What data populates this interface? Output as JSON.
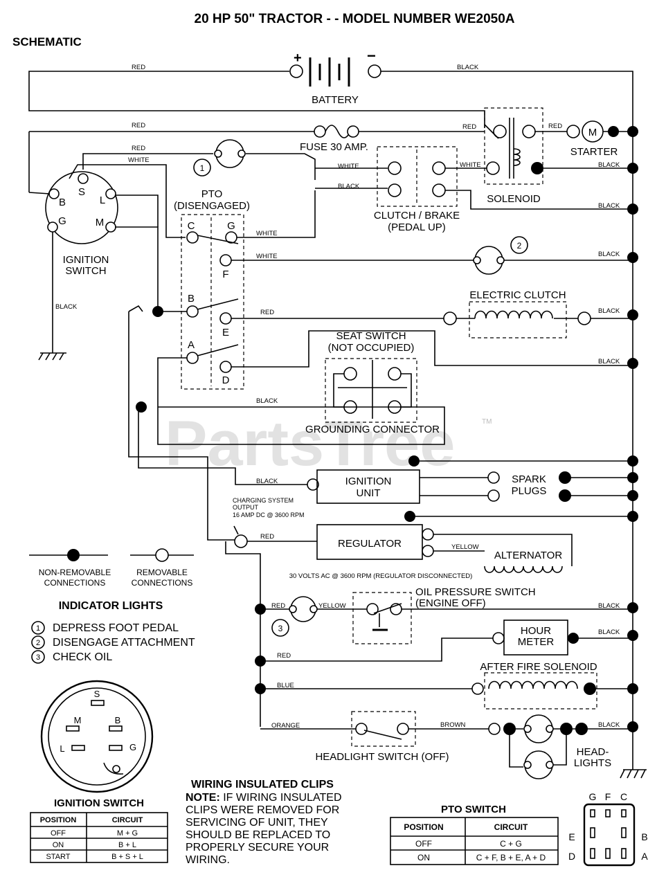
{
  "title": "20 HP 50\" TRACTOR - - MODEL NUMBER WE2050A",
  "subtitle": "SCHEMATIC",
  "watermark": "PartsTree",
  "trademark": "TM",
  "components": {
    "battery": "BATTERY",
    "battery_pos": "+",
    "battery_neg": "−",
    "fuse": "FUSE 30 AMP.",
    "starter": "STARTER",
    "starter_motor": "M",
    "solenoid": "SOLENOID",
    "clutch_brake": [
      "CLUTCH / BRAKE",
      "(PEDAL UP)"
    ],
    "pto": [
      "PTO",
      "(DISENGAGED)"
    ],
    "ignition_switch": [
      "IGNITION",
      "SWITCH"
    ],
    "electric_clutch": "ELECTRIC CLUTCH",
    "seat_switch": [
      "SEAT SWITCH",
      "(NOT OCCUPIED)"
    ],
    "grounding_connector": "GROUNDING CONNECTOR",
    "ignition_unit": [
      "IGNITION",
      "UNIT"
    ],
    "spark_plugs": [
      "SPARK",
      "PLUGS"
    ],
    "charging": [
      "CHARGING SYSTEM",
      "OUTPUT",
      "16 AMP DC @ 3600 RPM"
    ],
    "regulator": "REGULATOR",
    "alternator": "ALTERNATOR",
    "ac_note": "30 VOLTS AC @ 3600 RPM (REGULATOR DISCONNECTED)",
    "oil_switch": [
      "OIL PRESSURE SWITCH",
      "(ENGINE OFF)"
    ],
    "hour_meter": [
      "HOUR",
      "METER"
    ],
    "after_fire": "AFTER FIRE SOLENOID",
    "headlight_switch": "HEADLIGHT SWITCH (OFF)",
    "headlights": [
      "HEAD-",
      "LIGHTS"
    ]
  },
  "terminals": {
    "ign": [
      "S",
      "B",
      "L",
      "G",
      "M"
    ],
    "pto": [
      "C",
      "G",
      "F",
      "B",
      "E",
      "A",
      "D"
    ],
    "circled": [
      "1",
      "2",
      "3"
    ]
  },
  "wires": {
    "red": "RED",
    "black": "BLACK",
    "white": "WHITE",
    "yellow": "YELLOW",
    "blue": "BLUE",
    "orange": "ORANGE",
    "brown": "BROWN"
  },
  "legend": {
    "non_removable": [
      "NON-REMOVABLE",
      "CONNECTIONS"
    ],
    "removable": [
      "REMOVABLE",
      "CONNECTIONS"
    ]
  },
  "indicator_lights": {
    "heading": "INDICATOR LIGHTS",
    "items": [
      {
        "num": "1",
        "text": "DEPRESS FOOT PEDAL"
      },
      {
        "num": "2",
        "text": "DISENGAGE ATTACHMENT"
      },
      {
        "num": "3",
        "text": "CHECK OIL"
      }
    ]
  },
  "ignition_switch_table": {
    "heading": "IGNITION SWITCH",
    "columns": [
      "POSITION",
      "CIRCUIT"
    ],
    "rows": [
      [
        "OFF",
        "M + G"
      ],
      [
        "ON",
        "B + L"
      ],
      [
        "START",
        "B + S + L"
      ]
    ]
  },
  "clips_note": {
    "heading": "WIRING INSULATED CLIPS",
    "note_label": "NOTE:",
    "lines": [
      " IF WIRING INSULATED",
      "CLIPS WERE REMOVED FOR",
      "SERVICING OF UNIT, THEY",
      "SHOULD BE REPLACED TO",
      "PROPERLY SECURE YOUR",
      "WIRING."
    ]
  },
  "pto_switch_table": {
    "heading": "PTO SWITCH",
    "columns": [
      "POSITION",
      "CIRCUIT"
    ],
    "rows": [
      [
        "OFF",
        "C + G"
      ],
      [
        "ON",
        "C + F, B + E, A + D"
      ]
    ]
  },
  "pto_diagram": {
    "top": [
      "G",
      "F",
      "C"
    ],
    "right": [
      "B",
      "A"
    ],
    "left": [
      "E",
      "D"
    ]
  }
}
